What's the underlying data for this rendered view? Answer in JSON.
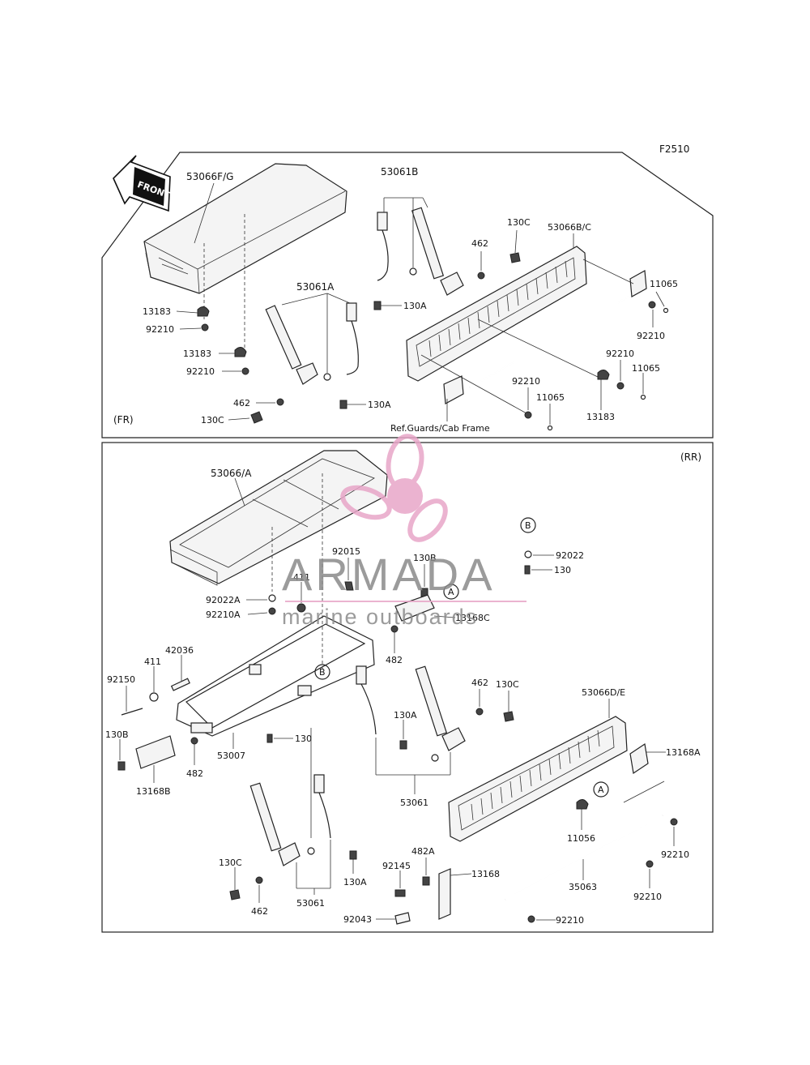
{
  "diagram_code": "F2510",
  "front_arrow": "FRONT",
  "sections": {
    "front": {
      "tag": "(FR)"
    },
    "rear": {
      "tag": "(RR)"
    }
  },
  "watermark": {
    "brand": "ARMADA",
    "tagline": "marine outboards"
  },
  "front_labels": {
    "seat": "53066F/G",
    "belt_b": "53061B",
    "belt_a": "53061A",
    "backrest": "53066B/C",
    "bolt_130c_top": "130C",
    "washer_462_top": "462",
    "bolt_130a_top": "130A",
    "clip_11065_a": "11065",
    "nut_92210_a": "92210",
    "nut_92210_b": "92210",
    "clip_11065_b": "11065",
    "nut_92210_c": "92210",
    "clip_11065_c": "11065",
    "clamp_13183_r": "13183",
    "clamp_13183_a": "13183",
    "nut_92210_d": "92210",
    "clamp_13183_b": "13183",
    "nut_92210_e": "92210",
    "washer_462_bot": "462",
    "bolt_130c_bot": "130C",
    "bolt_130a_bot": "130A",
    "ref_note": "Ref.Guards/Cab Frame"
  },
  "rear_labels": {
    "seat": "53066/A",
    "bolt_92015": "92015",
    "bolt_130b_top": "130B",
    "washer_411_top": "411",
    "washer_92022a": "92022A",
    "nut_92210a": "92210A",
    "bracket_13168c": "13168C",
    "washer_482_top": "482",
    "callout_a_top": "A",
    "callout_b_top": "B",
    "washer_92022": "92022",
    "bolt_130_top": "130",
    "callout_b_frame": "B",
    "spacer_42036": "42036",
    "washer_411_left": "411",
    "bolt_92150": "92150",
    "bolt_130b_left": "130B",
    "washer_482_left": "482",
    "bracket_13168b": "13168B",
    "frame_53007": "53007",
    "bolt_130_mid": "130",
    "bolt_130a_mid": "130A",
    "belt_53061_mid": "53061",
    "washer_462_mid": "462",
    "bolt_130c_mid": "130C",
    "backrest": "53066D/E",
    "bracket_13168a": "13168A",
    "callout_a_right": "A",
    "clip_11056": "11056",
    "nut_92210_r1": "92210",
    "rod_35063": "35063",
    "nut_92210_r2": "92210",
    "nut_92210_r3": "92210",
    "bracket_13168": "13168",
    "washer_482a": "482A",
    "bolt_92145": "92145",
    "bolt_92043": "92043",
    "bolt_130c_low": "130C",
    "washer_462_low": "462",
    "belt_53061_low": "53061",
    "bolt_130a_low": "130A"
  }
}
